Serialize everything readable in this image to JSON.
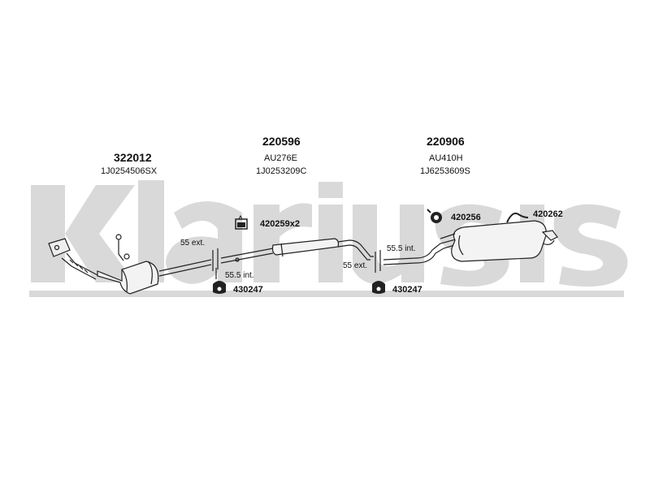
{
  "watermark": {
    "text": "Klarius"
  },
  "sections": [
    {
      "part_number": "322012",
      "codes": [
        "1J0254506SX"
      ]
    },
    {
      "part_number": "220596",
      "codes": [
        "AU276E",
        "1J0253209C"
      ]
    },
    {
      "part_number": "220906",
      "codes": [
        "AU410H",
        "1J6253609S"
      ]
    }
  ],
  "fittings": [
    {
      "label": "420259x2",
      "icon": "clamp-icon"
    },
    {
      "label": "430247",
      "icon": "rubber-mount-icon"
    },
    {
      "label": "430247",
      "icon": "rubber-mount-icon"
    },
    {
      "label": "420256",
      "icon": "rubber-ring-icon"
    },
    {
      "label": "420262",
      "icon": "hanger-bracket-icon"
    }
  ],
  "joint_dimensions": [
    {
      "ext": "55 ext.",
      "int": "55.5 int."
    },
    {
      "ext": "55 ext.",
      "int": "55.5 int."
    }
  ]
}
